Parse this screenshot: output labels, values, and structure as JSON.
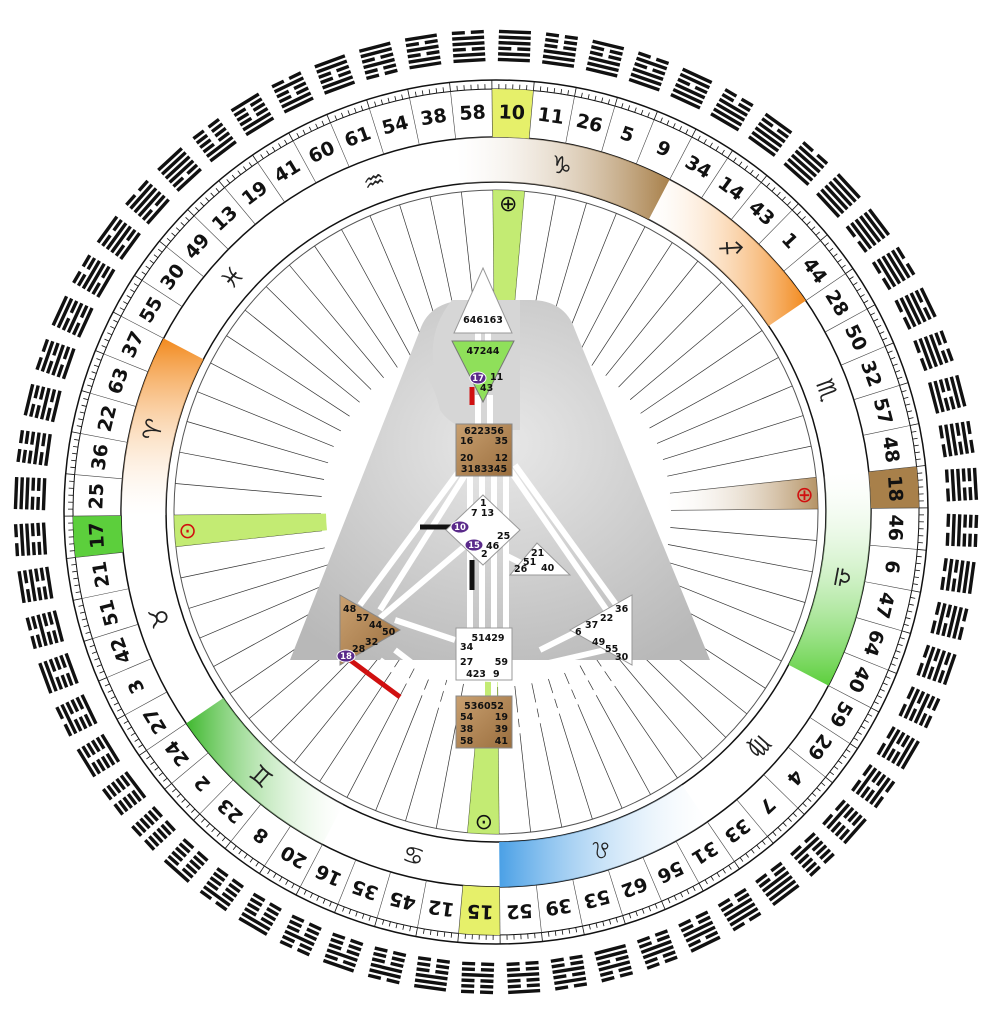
{
  "colors": {
    "yellow": "#e6f06a",
    "green": "#5ccf3c",
    "orange": "#f28a1e",
    "tan": "#a8804a",
    "blue": "#4aa0e6",
    "lime": "#b8e85a",
    "purple": "#5a2a8a",
    "red": "#d01010",
    "body_gray": "#c4c4c4",
    "defined_center": "#b98a55"
  },
  "wheel": {
    "gates": [
      {
        "gate": "10",
        "highlight": "yellow"
      },
      {
        "gate": "11"
      },
      {
        "gate": "26"
      },
      {
        "gate": "5"
      },
      {
        "gate": "9"
      },
      {
        "gate": "34"
      },
      {
        "gate": "14"
      },
      {
        "gate": "43"
      },
      {
        "gate": "1"
      },
      {
        "gate": "44"
      },
      {
        "gate": "28"
      },
      {
        "gate": "50"
      },
      {
        "gate": "32"
      },
      {
        "gate": "57"
      },
      {
        "gate": "48"
      },
      {
        "gate": "18",
        "highlight": "tan"
      },
      {
        "gate": "46"
      },
      {
        "gate": "6"
      },
      {
        "gate": "47"
      },
      {
        "gate": "64"
      },
      {
        "gate": "40"
      },
      {
        "gate": "59"
      },
      {
        "gate": "29"
      },
      {
        "gate": "4"
      },
      {
        "gate": "7"
      },
      {
        "gate": "33"
      },
      {
        "gate": "31"
      },
      {
        "gate": "56"
      },
      {
        "gate": "62"
      },
      {
        "gate": "53"
      },
      {
        "gate": "39"
      },
      {
        "gate": "52"
      },
      {
        "gate": "15",
        "highlight": "yellow"
      },
      {
        "gate": "12"
      },
      {
        "gate": "45"
      },
      {
        "gate": "35"
      },
      {
        "gate": "16"
      },
      {
        "gate": "20"
      },
      {
        "gate": "8"
      },
      {
        "gate": "23"
      },
      {
        "gate": "2"
      },
      {
        "gate": "24"
      },
      {
        "gate": "27"
      },
      {
        "gate": "3"
      },
      {
        "gate": "42"
      },
      {
        "gate": "51"
      },
      {
        "gate": "21"
      },
      {
        "gate": "17",
        "highlight": "green"
      },
      {
        "gate": "25"
      },
      {
        "gate": "36"
      },
      {
        "gate": "22"
      },
      {
        "gate": "63"
      },
      {
        "gate": "37"
      },
      {
        "gate": "55"
      },
      {
        "gate": "30"
      },
      {
        "gate": "49"
      },
      {
        "gate": "13"
      },
      {
        "gate": "19"
      },
      {
        "gate": "41"
      },
      {
        "gate": "60"
      },
      {
        "gate": "61"
      },
      {
        "gate": "54"
      },
      {
        "gate": "38"
      },
      {
        "gate": "58"
      }
    ],
    "signs": [
      {
        "name": "sagittarius",
        "glyph": "♐",
        "span": "5 - 10",
        "color": "orange",
        "dir": "fade-left"
      },
      {
        "name": "scorpio",
        "glyph": "♏",
        "span": "10 - 15"
      },
      {
        "name": "libra",
        "glyph": "♎",
        "span": "15 - 21",
        "color": "green",
        "dir": "fade-up"
      },
      {
        "name": "virgo",
        "glyph": "♍",
        "span": "21 - 26"
      },
      {
        "name": "leo",
        "glyph": "♌",
        "span": "26 - 32",
        "color": "blue",
        "dir": "fade-right"
      },
      {
        "name": "cancer",
        "glyph": "♋",
        "span": "32 - 37"
      },
      {
        "name": "gemini",
        "glyph": "♊",
        "span": "37 - 42",
        "color": "green",
        "dir": "fade-right"
      },
      {
        "name": "taurus",
        "glyph": "♉",
        "span": "42 - 48"
      },
      {
        "name": "aries",
        "glyph": "♈",
        "span": "48 - 53",
        "color": "orange",
        "dir": "fade-down"
      },
      {
        "name": "pisces",
        "glyph": "♓",
        "span": "53 - 58"
      },
      {
        "name": "aquarius",
        "glyph": "♒",
        "span": "58 - 63"
      },
      {
        "name": "capricorn",
        "glyph": "♑",
        "span": "63 - 69",
        "color": "tan",
        "dir": "fade-left"
      }
    ],
    "planets": [
      {
        "name": "earth-design",
        "glyph": "⊕",
        "gate": "10",
        "color": "lime"
      },
      {
        "name": "earth-personality",
        "glyph": "⊕",
        "gate": "18",
        "color": "tan",
        "red": true
      },
      {
        "name": "sun-personality",
        "glyph": "⊙",
        "gate": "15",
        "color": "lime"
      },
      {
        "name": "sun-design",
        "glyph": "⊙",
        "gate": "17",
        "color": "lime",
        "red": true
      }
    ]
  },
  "bodygraph": {
    "head": [
      "64",
      "61",
      "63"
    ],
    "ajna": [
      "47",
      "24",
      "4",
      "17",
      "11",
      "43"
    ],
    "throat": [
      "62",
      "23",
      "56",
      "16",
      "35",
      "20",
      "12",
      "31",
      "8",
      "33",
      "45"
    ],
    "g_center": [
      "1",
      "7",
      "13",
      "10",
      "25",
      "15",
      "46",
      "2"
    ],
    "heart": [
      "21",
      "51",
      "26",
      "40"
    ],
    "spleen": [
      "48",
      "57",
      "44",
      "50",
      "32",
      "28",
      "18"
    ],
    "sacral": [
      "5",
      "14",
      "29",
      "34",
      "27",
      "59",
      "42",
      "3",
      "9"
    ],
    "solar_plexus": [
      "36",
      "22",
      "37",
      "6",
      "49",
      "55",
      "30"
    ],
    "root": [
      "53",
      "60",
      "52",
      "54",
      "19",
      "38",
      "39",
      "58",
      "41"
    ],
    "badges": [
      {
        "gate": "17",
        "center": "ajna"
      },
      {
        "gate": "10",
        "center": "g"
      },
      {
        "gate": "15",
        "center": "g"
      },
      {
        "gate": "18",
        "center": "spleen"
      }
    ]
  }
}
